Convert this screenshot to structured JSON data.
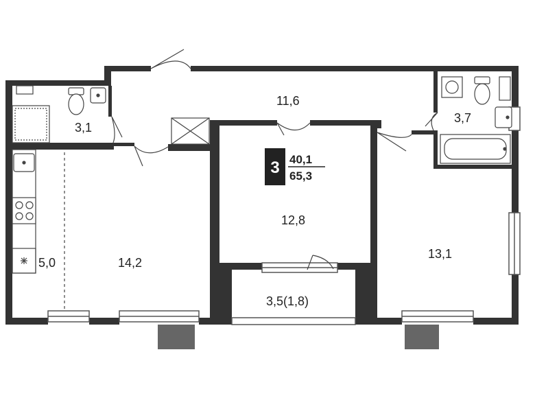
{
  "colors": {
    "wall": "#333333",
    "line": "#444444",
    "window_frame": "#555555",
    "balcony_block": "#666666",
    "badge_bg": "#222222",
    "background": "#ffffff"
  },
  "badge": {
    "rooms": "3",
    "living_area": "40,1",
    "total_area": "65,3"
  },
  "rooms": {
    "bathroom_left": "3,1",
    "hallway": "11,6",
    "bathroom_right": "3,7",
    "kitchen_zone": "5,0",
    "living_room": "14,2",
    "bedroom_center": "12,8",
    "bedroom_right": "13,1",
    "loggia": "3,5(1,8)"
  },
  "icons": [
    "shower-tray-icon",
    "toilet-icon",
    "sink-icon",
    "washing-machine-icon",
    "bathtub-icon",
    "kitchen-sink-icon",
    "stove-icon",
    "fridge-snowflake-icon",
    "ventilation-shaft-icon"
  ]
}
